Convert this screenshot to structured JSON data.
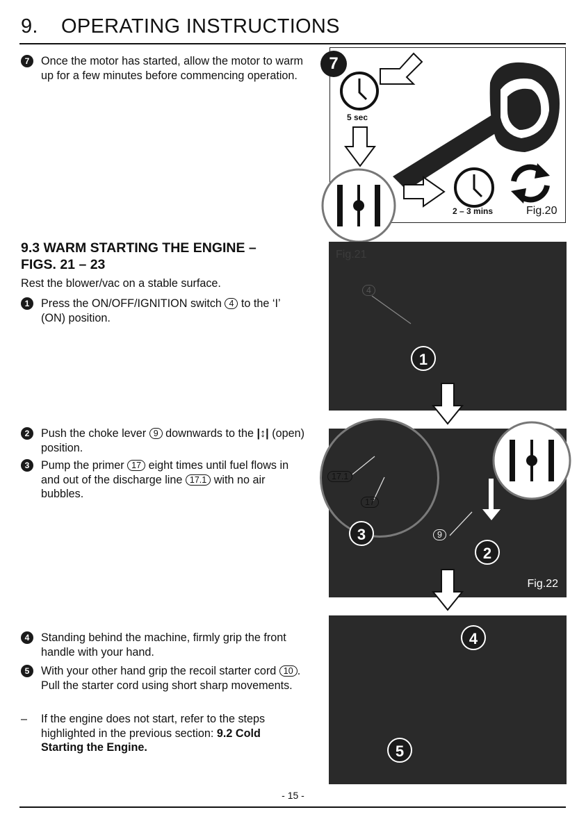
{
  "heading": {
    "number": "9.",
    "title": "OPERATING INSTRUCTIONS"
  },
  "step7": {
    "badge": "7",
    "text": "Once the motor has started, allow the motor to warm up for a few minutes before commencing operation."
  },
  "fig20": {
    "badge": "7",
    "timer1": "5 sec",
    "timer2": "2 – 3 mins",
    "label": "Fig.20"
  },
  "section": {
    "title_line1": "9.3 WARM STARTING THE ENGINE –",
    "title_line2": "FIGS. 21 – 23",
    "intro": "Rest the blower/vac on a stable surface."
  },
  "step1": {
    "badge": "1",
    "text_a": "Press the ON/OFF/IGNITION switch",
    "ref": "4",
    "text_b": "to the ‘I’ (ON) position."
  },
  "step2": {
    "badge": "2",
    "text_a": "Push the choke lever",
    "ref": "9",
    "text_b": "downwards to the",
    "symbol": "|↕|",
    "text_c": "(open) position."
  },
  "step3": {
    "badge": "3",
    "text_a": "Pump the primer",
    "ref": "17",
    "text_b": "eight times until fuel flows in and out of the discharge line",
    "ref2": "17.1",
    "text_c": "with no air bubbles."
  },
  "step4": {
    "badge": "4",
    "text": "Standing behind the machine, firmly grip the front handle with your hand."
  },
  "step5": {
    "badge": "5",
    "text_a": "With your other hand grip the recoil starter cord",
    "ref": "10",
    "text_b": ". Pull the starter cord using short sharp movements."
  },
  "note": {
    "dash": "–",
    "text_a": "If the engine does not start, refer to the steps highlighted in the previous section:",
    "bold": "9.2 Cold Starting the Engine."
  },
  "fig21": {
    "label": "Fig.21",
    "callout": "4",
    "step": "1"
  },
  "fig22": {
    "label": "Fig.22",
    "callout_a": "17.1",
    "callout_b": "17",
    "callout_c": "9",
    "step_a": "3",
    "step_b": "2"
  },
  "fig23": {
    "step_a": "4",
    "step_b": "5"
  },
  "page_number": "- 15 -"
}
